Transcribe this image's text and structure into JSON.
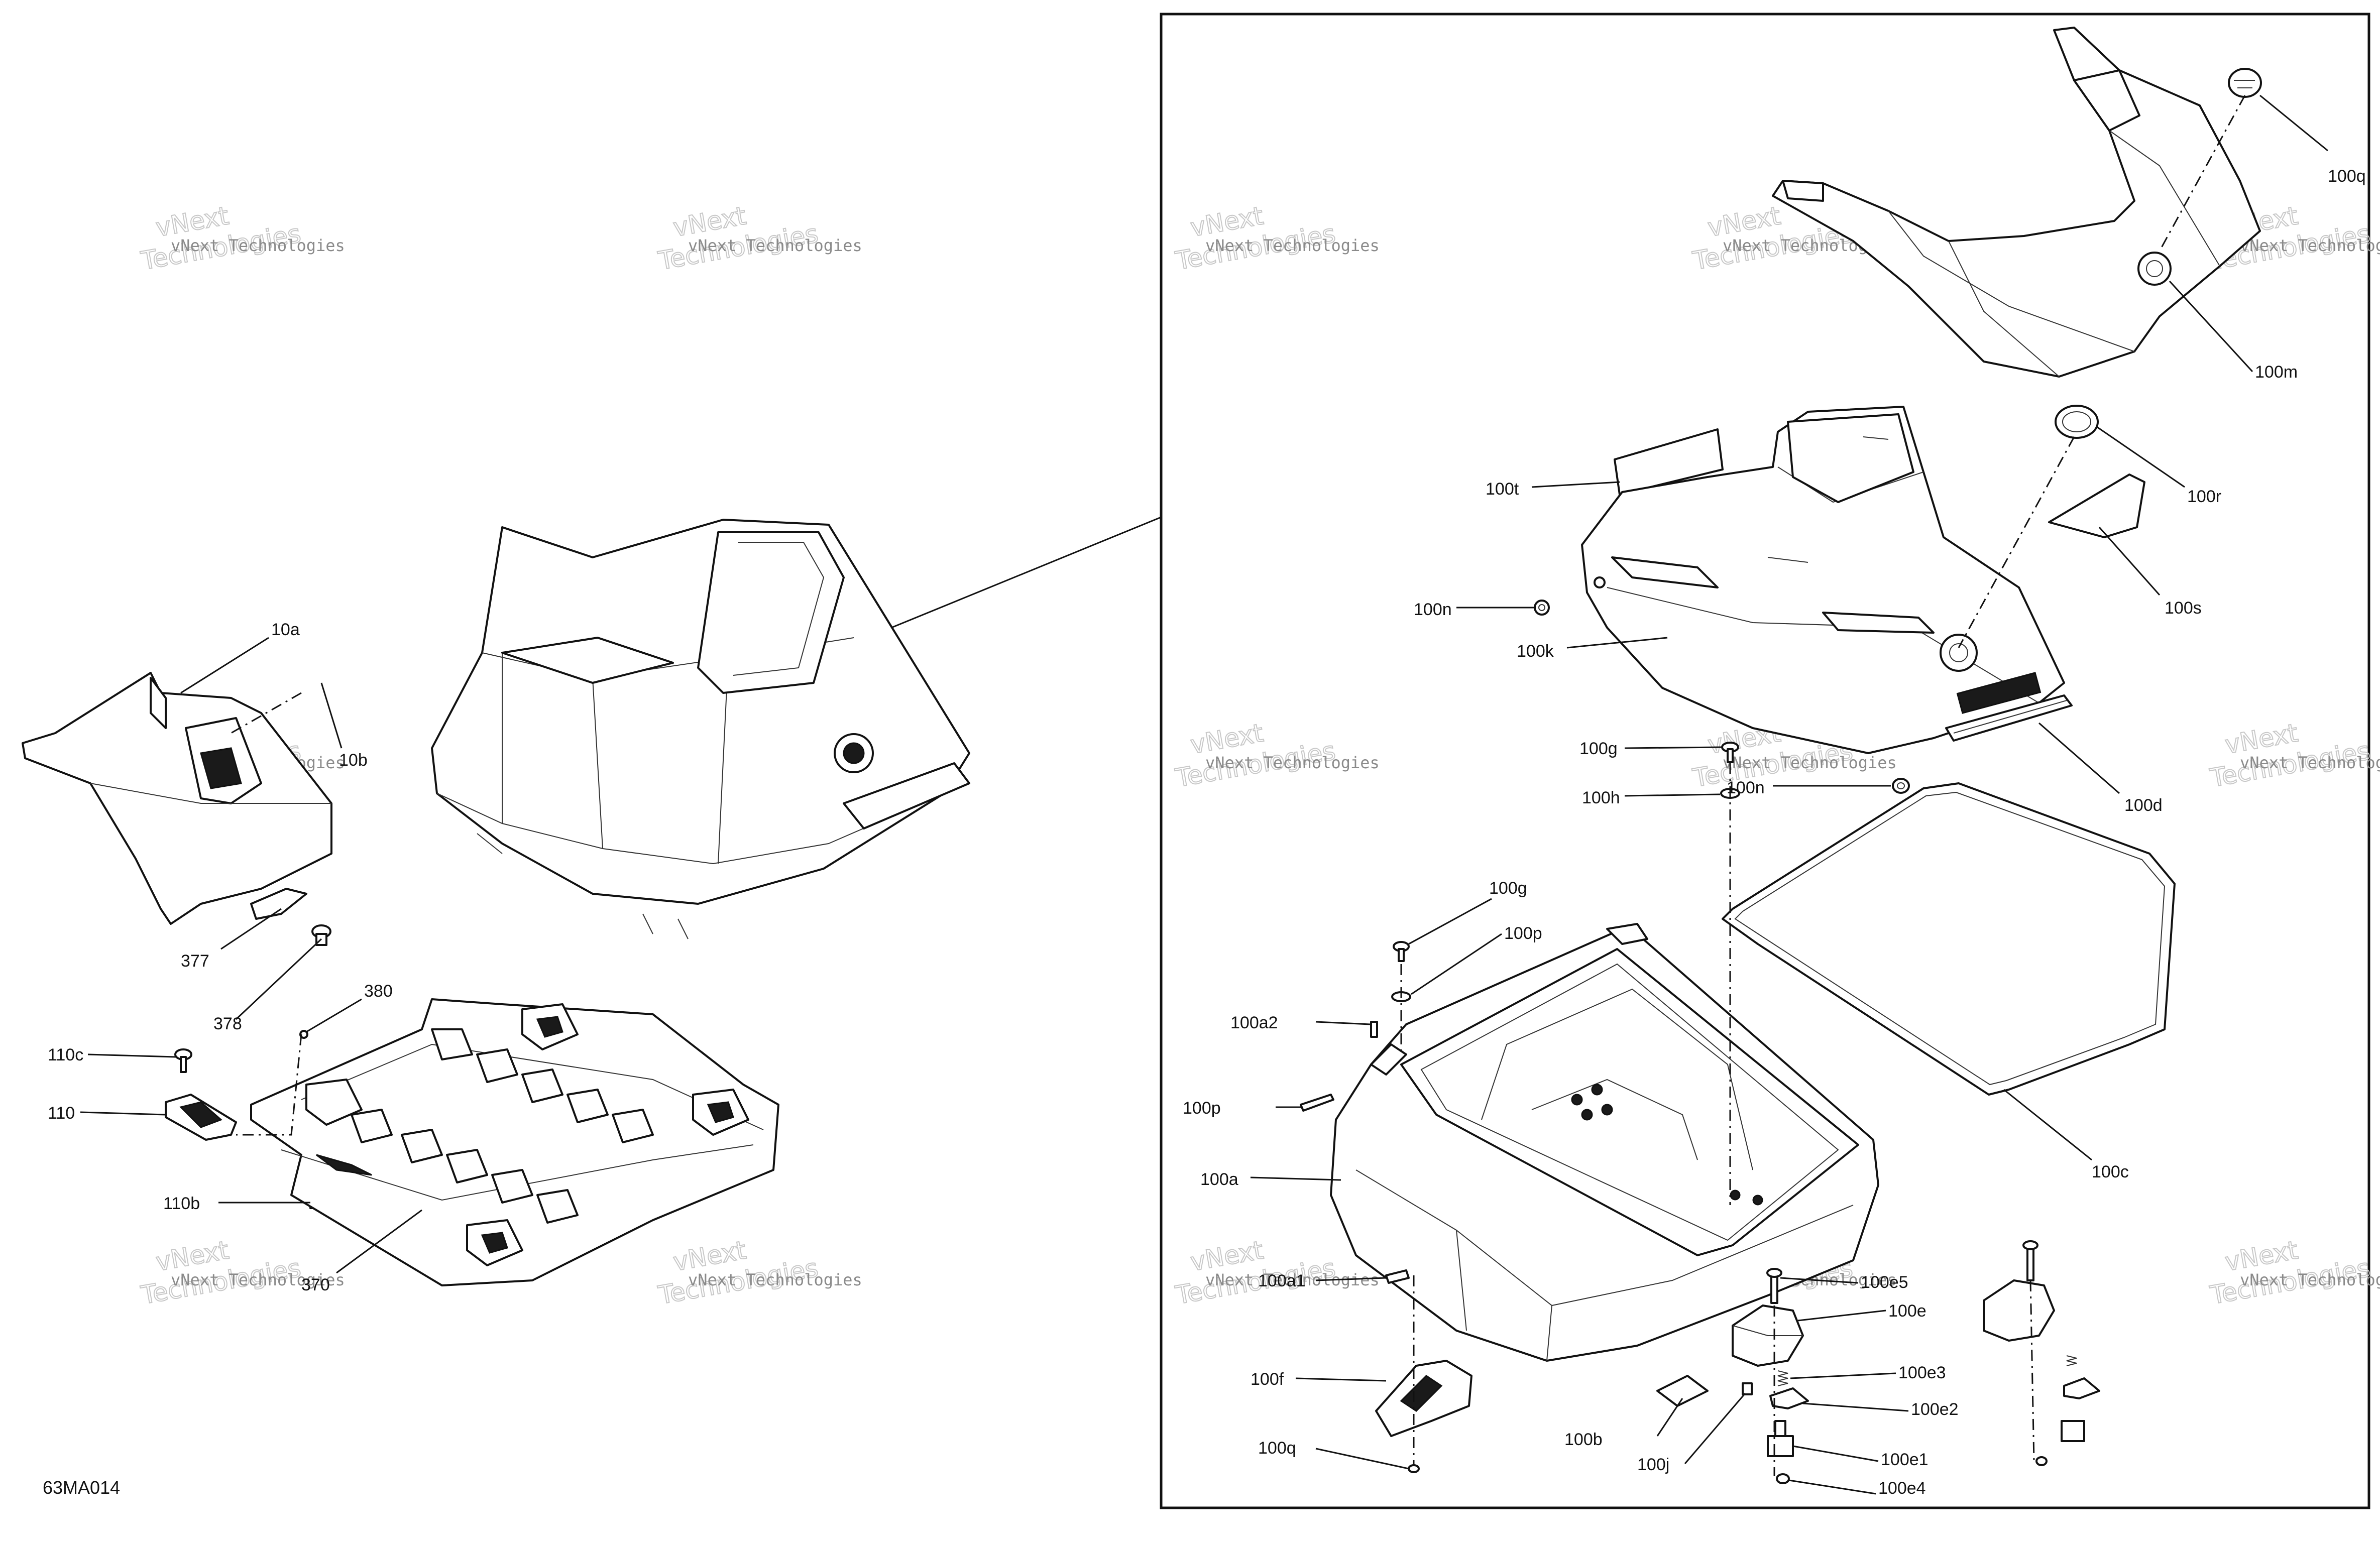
{
  "diagram_code": "63MA014",
  "watermark": {
    "line_small": "vNext Technologies",
    "line_large_1": "vNext",
    "line_large_2": "Technologies"
  },
  "callouts": {
    "c10a": "10a",
    "c10b": "10b",
    "c377": "377",
    "c378": "378",
    "c380": "380",
    "c110c": "110c",
    "c110": "110",
    "c110b": "110b",
    "c370": "370",
    "c100q_top": "100q",
    "c100m": "100m",
    "c100r": "100r",
    "c100t": "100t",
    "c100s": "100s",
    "c100n_left": "100n",
    "c100k": "100k",
    "c100g_top": "100g",
    "c100h": "100h",
    "c100n_mid": "100n",
    "c100d": "100d",
    "c100g_left": "100g",
    "c100p_top": "100p",
    "c100a2": "100a2",
    "c100p_left": "100p",
    "c100a": "100a",
    "c100c": "100c",
    "c100a1": "100a1",
    "c100e5": "100e5",
    "c100e": "100e",
    "c100f": "100f",
    "c100e3": "100e3",
    "c100e2": "100e2",
    "c100b": "100b",
    "c100j": "100j",
    "c100e1": "100e1",
    "c100q_bottom": "100q",
    "c100e4": "100e4"
  }
}
